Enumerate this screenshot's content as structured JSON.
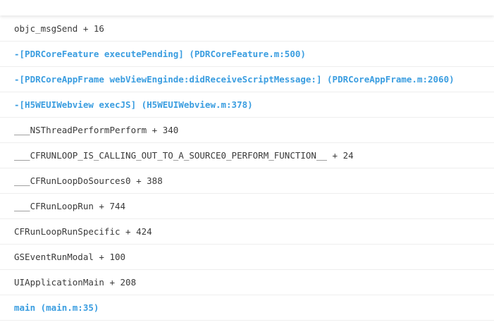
{
  "stack_trace": {
    "frames": [
      {
        "text": "objc_msgSend + 16",
        "app": false
      },
      {
        "text": "-[PDRCoreFeature executePending] (PDRCoreFeature.m:500)",
        "app": true
      },
      {
        "text": "-[PDRCoreAppFrame webViewEnginde:didReceiveScriptMessage:] (PDRCoreAppFrame.m:2060)",
        "app": true
      },
      {
        "text": "-[H5WEUIWebview execJS] (H5WEUIWebview.m:378)",
        "app": true
      },
      {
        "text": "___NSThreadPerformPerform + 340",
        "app": false
      },
      {
        "text": "___CFRUNLOOP_IS_CALLING_OUT_TO_A_SOURCE0_PERFORM_FUNCTION__ + 24",
        "app": false
      },
      {
        "text": "___CFRunLoopDoSources0 + 388",
        "app": false
      },
      {
        "text": "___CFRunLoopRun + 744",
        "app": false
      },
      {
        "text": "CFRunLoopRunSpecific + 424",
        "app": false
      },
      {
        "text": "GSEventRunModal + 100",
        "app": false
      },
      {
        "text": "UIApplicationMain + 208",
        "app": false
      },
      {
        "text": "main (main.m:35)",
        "app": true
      }
    ]
  },
  "colors": {
    "app_frame": "#3a9de0",
    "system_frame": "#3a3a3a",
    "divider": "#eeeeee"
  }
}
